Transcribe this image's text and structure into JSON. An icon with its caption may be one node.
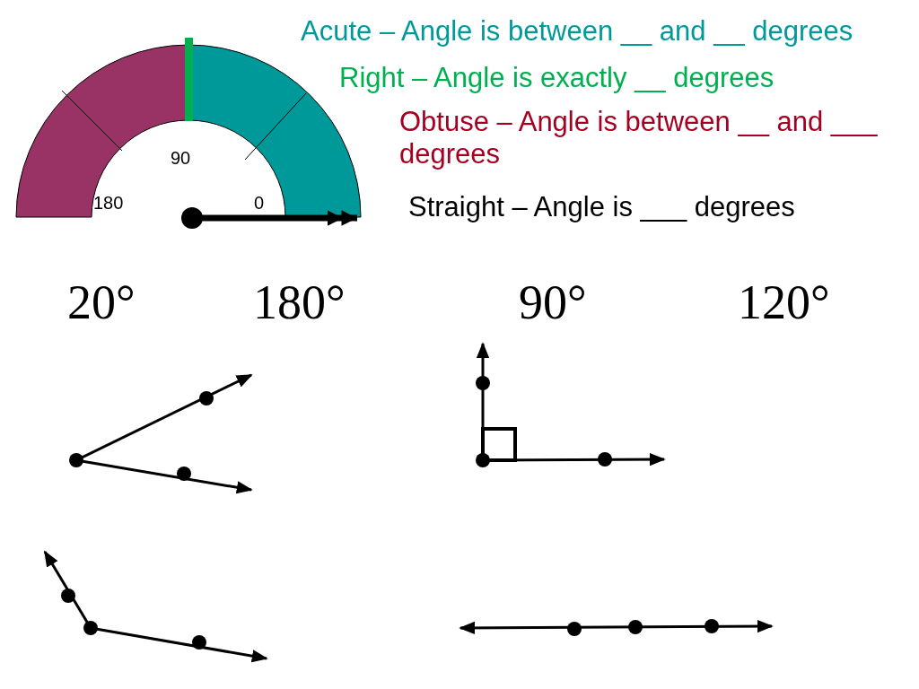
{
  "diagram": {
    "labels": [
      "Acute – Angle is between __ and __ degrees",
      "Right – Angle is exactly __ degrees",
      "Obtuse – Angle is between __ and ___ degrees",
      "90",
      "180",
      "0",
      "Straight – Angle is ___ degrees",
      "20°",
      "180°",
      "90°",
      "120°"
    ]
  }
}
